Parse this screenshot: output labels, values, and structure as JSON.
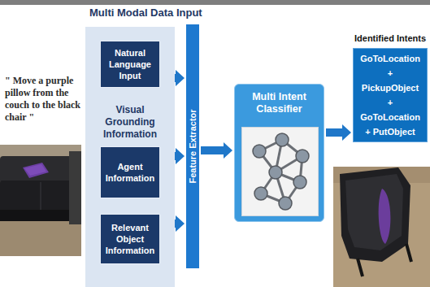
{
  "diagram": {
    "nodes": [
      {
        "text": [
          "Multi Modal Data Input",
          "Visual Grounding Information"
        ]
      },
      {
        "text": [
          "Natural Language Input"
        ],
        "in": 0
      },
      {
        "text": [
          "Agent Information"
        ],
        "in": 0
      },
      {
        "text": [
          "Relevant Object Information"
        ],
        "in": 0
      },
      {
        "text": [
          "Feature Extractor"
        ]
      },
      {
        "text": [
          "Multi Intent Classifier"
        ]
      },
      {
        "text": [
          "Identified Intents",
          "GoToLocation + PickupObject + GoToLocation + PutObject"
        ]
      }
    ],
    "edges": [
      {
        "from": 1,
        "to": 4,
        "arrow": "to"
      },
      {
        "from": 2,
        "to": 4,
        "arrow": "to"
      },
      {
        "from": 3,
        "to": 4,
        "arrow": "to"
      },
      {
        "from": 4,
        "to": 5,
        "arrow": "to"
      },
      {
        "from": 5,
        "to": 6,
        "arrow": "to"
      }
    ],
    "labels": [
      "\" Move a purple pillow from the couch to the black chair \""
    ]
  }
}
